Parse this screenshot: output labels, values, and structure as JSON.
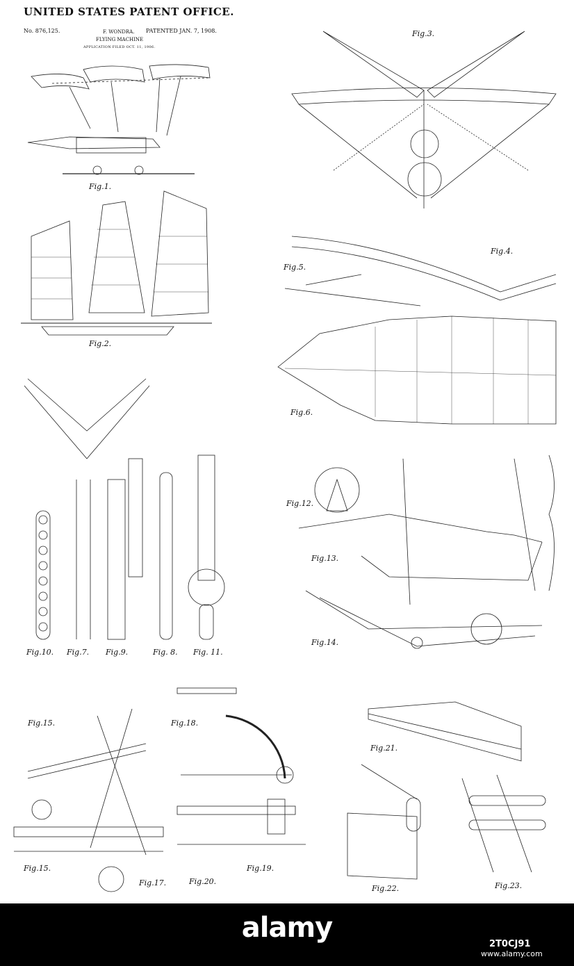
{
  "header": {
    "office": "UNITED STATES PATENT OFFICE.",
    "number": "No. 876,125.",
    "inventor": "F. WONDRA.",
    "patented": "PATENTED JAN. 7, 1908.",
    "title": "FLYING MACHINE",
    "filed": "APPLICATION FILED OCT. 11, 1906."
  },
  "figures": {
    "fig1": "Fig.1.",
    "fig2": "Fig.2.",
    "fig3": "Fig.3.",
    "fig4": "Fig.4.",
    "fig5": "Fig.5.",
    "fig6": "Fig.6.",
    "fig7": "Fig.7.",
    "fig8": "Fig. 8.",
    "fig9": "Fig.9.",
    "fig10": "Fig.10.",
    "fig11": "Fig. 11.",
    "fig12": "Fig.12.",
    "fig13": "Fig.13.",
    "fig14": "Fig.14.",
    "fig15a": "Fig.15.",
    "fig15b": "Fig.15.",
    "fig17": "Fig.17.",
    "fig18": "Fig.18.",
    "fig19": "Fig.19.",
    "fig20": "Fig.20.",
    "fig21": "Fig.21.",
    "fig22": "Fig.22.",
    "fig23": "Fig.23."
  },
  "watermark": {
    "brand": "alamy",
    "image_id": "2T0CJ91",
    "url": "www.alamy.com"
  }
}
